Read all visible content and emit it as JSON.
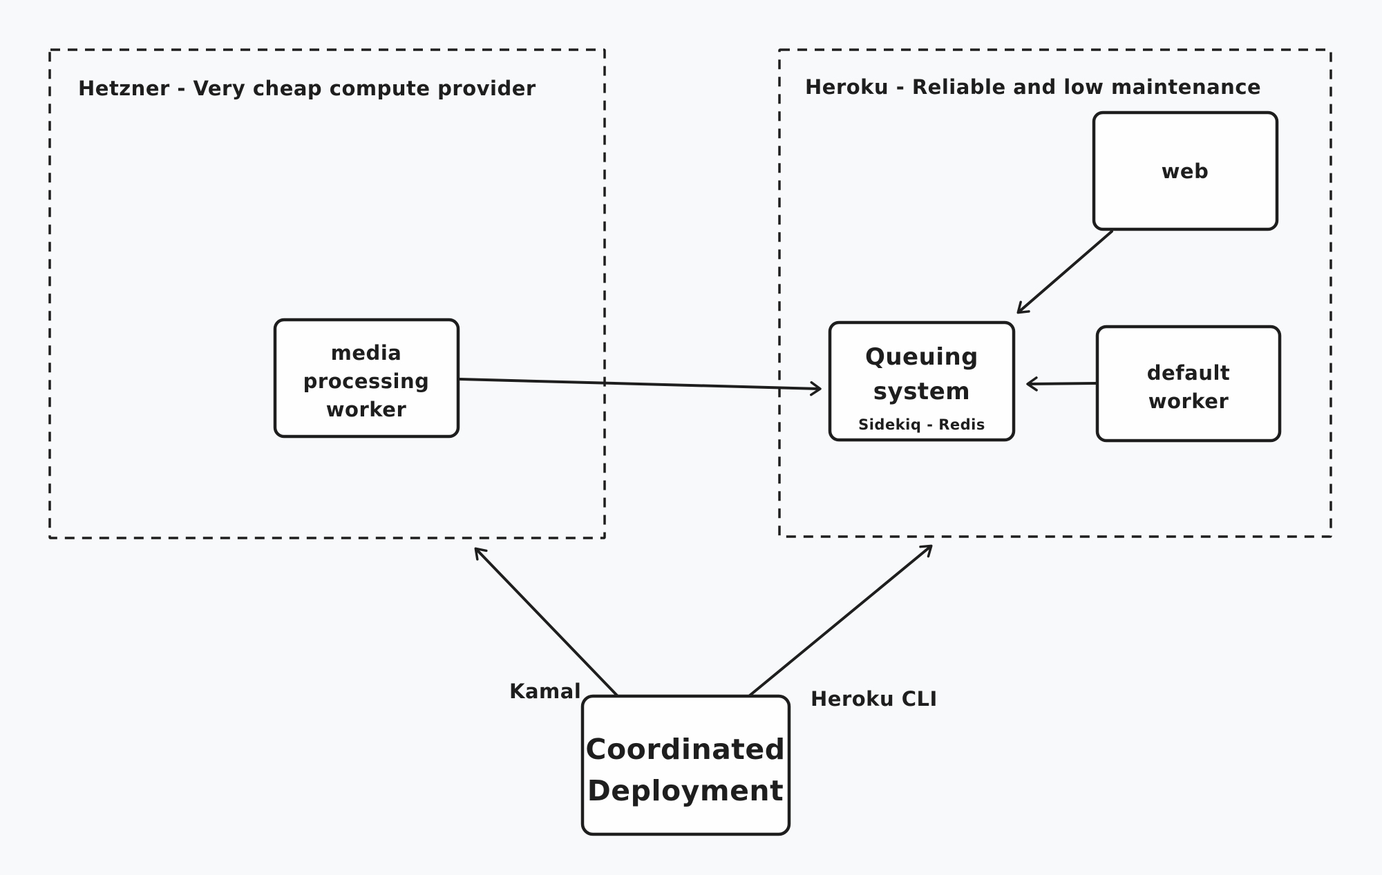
{
  "diagram": {
    "type": "architecture-diagram",
    "style": "hand-drawn-sketch",
    "colors": {
      "background": "#f8f9fa",
      "stroke": "#1e1e1e",
      "node_fill": "#fefefe"
    },
    "groups": {
      "hetzner": {
        "title": "Hetzner - Very cheap compute provider"
      },
      "heroku": {
        "title": "Heroku - Reliable and low maintenance"
      }
    },
    "nodes": {
      "media_worker": {
        "lines": [
          "media",
          "processing",
          "worker"
        ],
        "group": "hetzner"
      },
      "web": {
        "label": "web",
        "group": "heroku"
      },
      "queuing": {
        "title_lines": [
          "Queuing",
          "system"
        ],
        "subtitle": "Sidekiq - Redis",
        "group": "heroku"
      },
      "default_worker": {
        "lines": [
          "default",
          "worker"
        ],
        "group": "heroku"
      },
      "deployment": {
        "lines": [
          "Coordinated",
          "Deployment"
        ]
      }
    },
    "edges": [
      {
        "from": "media_worker",
        "to": "queuing",
        "label": ""
      },
      {
        "from": "web",
        "to": "queuing",
        "label": ""
      },
      {
        "from": "default_worker",
        "to": "queuing",
        "label": ""
      },
      {
        "from": "deployment",
        "to": "hetzner",
        "label": "Kamal"
      },
      {
        "from": "deployment",
        "to": "heroku",
        "label": "Heroku CLI"
      }
    ]
  }
}
